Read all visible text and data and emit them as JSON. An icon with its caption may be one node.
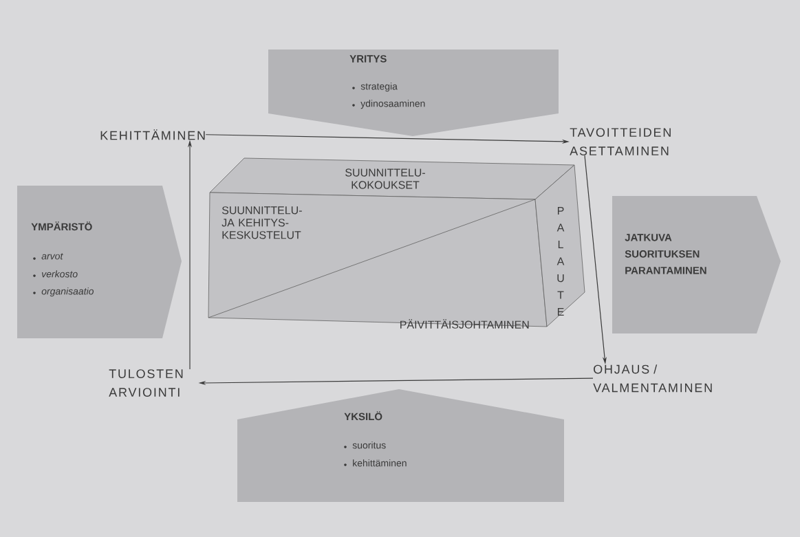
{
  "diagram": {
    "nodes": [
      {
        "text": [
          "YRITYS",
          "strategia",
          "ydinosaaminen"
        ]
      },
      {
        "text": [
          "YMPÄRISTÖ",
          "arvot",
          "verkosto",
          "organisaatio"
        ]
      },
      {
        "text": [
          "JATKUVA SUORITUKSEN PARANTAMINEN"
        ]
      },
      {
        "text": [
          "YKSILÖ",
          "suoritus",
          "kehittäminen"
        ]
      },
      {
        "text": [
          "KEHITTÄMINEN"
        ]
      },
      {
        "text": [
          "TAVOITTEIDEN ASETTAMINEN"
        ]
      },
      {
        "text": [
          "OHJAUS / VALMENTAMINEN"
        ]
      },
      {
        "text": [
          "TULOSTEN ARVIOINTI"
        ]
      },
      {
        "text": [
          "SUUNNITTELU- KOKOUKSET"
        ]
      },
      {
        "text": [
          "SUUNNITTELU- JA KEHITYS- KESKUSTELUT",
          "PÄIVITTÄISJOHTAMINEN"
        ]
      },
      {
        "text": [
          "PALAUTE"
        ]
      }
    ],
    "edges": [
      {
        "from": 4,
        "to": 5,
        "arrow": "to"
      },
      {
        "from": 5,
        "to": 6,
        "arrow": "to"
      },
      {
        "from": 6,
        "to": 7,
        "arrow": "to"
      },
      {
        "from": 7,
        "to": 4,
        "arrow": "to"
      }
    ]
  }
}
